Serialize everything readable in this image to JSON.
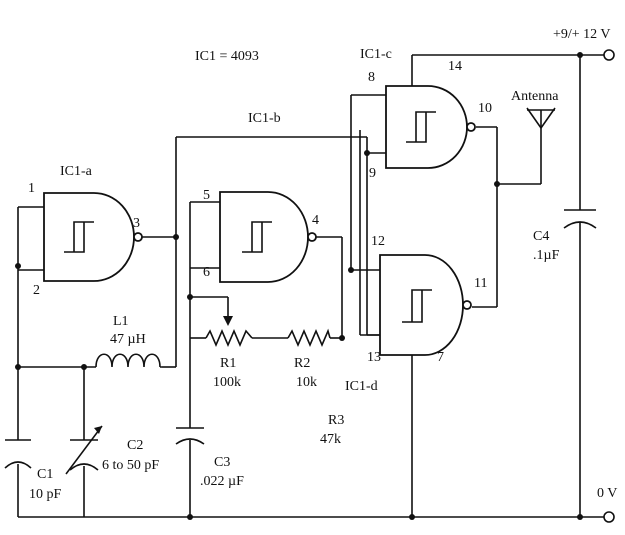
{
  "title": "IC1 = 4093",
  "supply_label": "+9/+ 12 V",
  "ground_label": "0 V",
  "antenna_label": "Antenna",
  "gates": {
    "a": {
      "label": "IC1-a",
      "pin_in1": "1",
      "pin_in2": "2",
      "pin_out": "3"
    },
    "b": {
      "label": "IC1-b",
      "pin_in1": "5",
      "pin_in2": "6",
      "pin_out": "4"
    },
    "c": {
      "label": "IC1-c",
      "pin_in1": "8",
      "pin_in2": "9",
      "pin_out": "10",
      "pin_vdd": "14"
    },
    "d": {
      "label": "IC1-d",
      "pin_in1": "12",
      "pin_in2": "13",
      "pin_out": "11",
      "pin_gnd": "7"
    }
  },
  "components": {
    "L1": {
      "ref": "L1",
      "value": "47 µH"
    },
    "R1": {
      "ref": "R1",
      "value": "100k"
    },
    "R2": {
      "ref": "R2",
      "value": "10k"
    },
    "R3": {
      "ref": "R3",
      "value": "47k"
    },
    "C1": {
      "ref": "C1",
      "value": "10 pF"
    },
    "C2": {
      "ref": "C2",
      "value": "6 to 50 pF"
    },
    "C3": {
      "ref": "C3",
      "value": ".022 µF"
    },
    "C4": {
      "ref": "C4",
      "value": ".1µF"
    }
  }
}
